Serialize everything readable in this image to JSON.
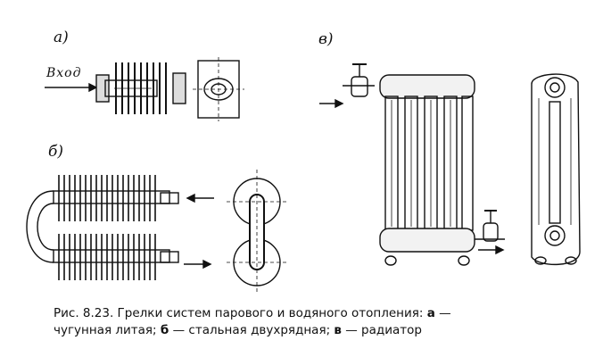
{
  "figure": {
    "labels": {
      "a": "а)",
      "b": "б)",
      "v": "в)",
      "inlet": "Вход"
    }
  },
  "caption": {
    "prefix": "Рис. 8.23. Грелки систем парового и водяного отопления: ",
    "a_letter": "а",
    "a_text": " — ",
    "a_desc_line2": "чугунная литая; ",
    "b_letter": "б",
    "b_text": " — стальная двухрядная; ",
    "v_letter": "в",
    "v_text": " — радиатор"
  }
}
